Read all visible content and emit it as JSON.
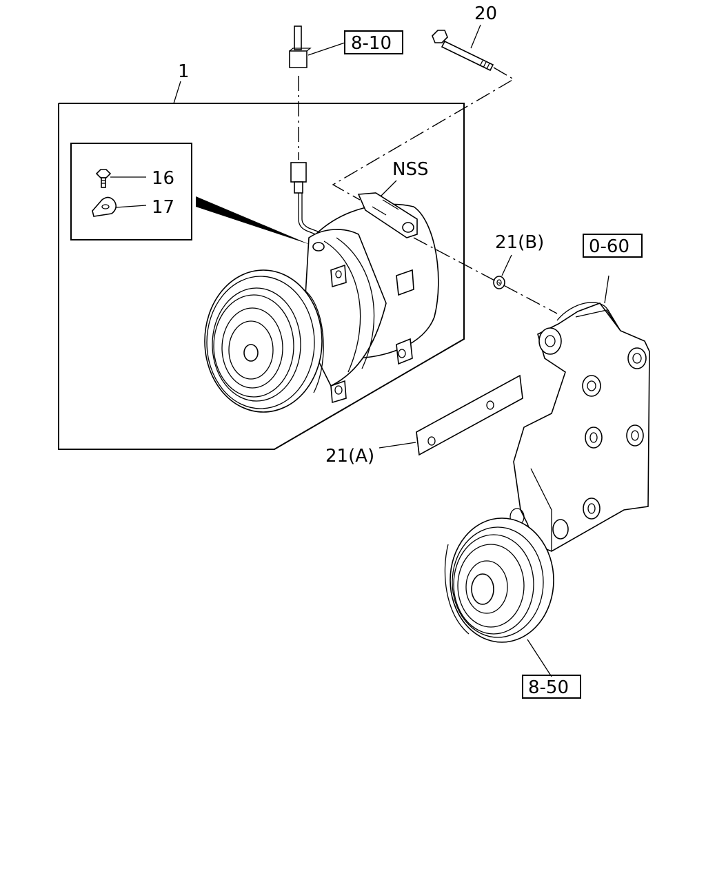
{
  "diagram": {
    "callouts": {
      "item_1": "1",
      "item_16": "16",
      "item_17": "17",
      "item_20": "20",
      "item_21a": "21(A)",
      "item_21b": "21(B)",
      "nss": "NSS"
    },
    "ref_boxes": {
      "ref_8_10": "8-10",
      "ref_0_60": "0-60",
      "ref_8_50": "8-50"
    }
  }
}
